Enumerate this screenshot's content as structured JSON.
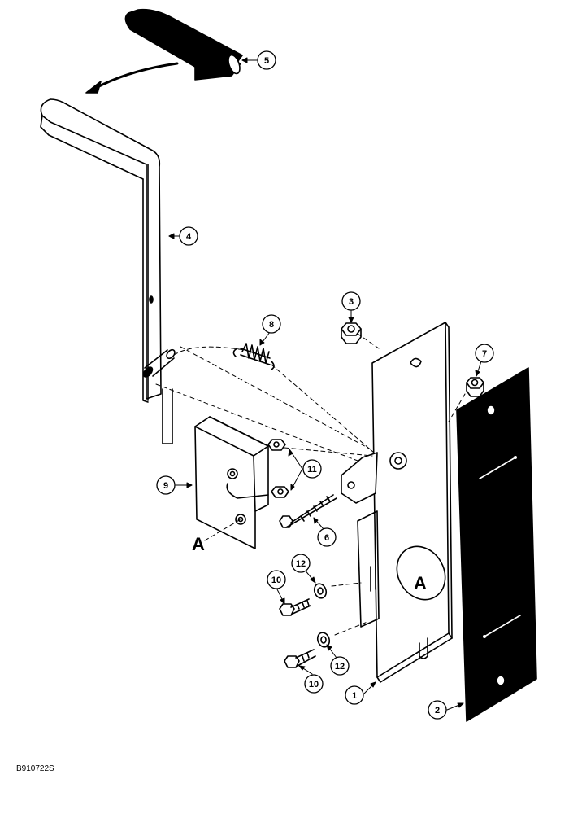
{
  "callouts": {
    "c1": "1",
    "c2": "2",
    "c3": "3",
    "c4": "4",
    "c5": "5",
    "c6": "6",
    "c7": "7",
    "c8": "8",
    "c9": "9",
    "c10a": "10",
    "c10b": "10",
    "c11": "11",
    "c12a": "12",
    "c12b": "12"
  },
  "view_letters": {
    "bracket_a": "A",
    "plate_a": "A"
  },
  "figure_code": "B910722S",
  "colors": {
    "ink": "#000000",
    "paper": "#ffffff"
  }
}
